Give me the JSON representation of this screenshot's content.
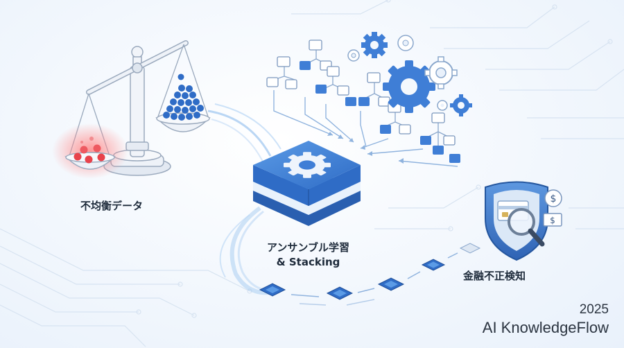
{
  "labels": {
    "imbalanced_data": "不均衡データ",
    "ensemble_line1": "アンサンブル学習",
    "ensemble_line2": "& Stacking",
    "financial_fraud": "金融不正検知"
  },
  "footer": {
    "year": "2025",
    "brand": "AI KnowledgeFlow"
  },
  "colors": {
    "primary_blue": "#3f7ed6",
    "dark_blue": "#2a5fb0",
    "light_blue": "#cfe2f7",
    "alert_red": "#e8424b",
    "text": "#1d2a3a"
  },
  "icons": [
    "balance-scale-icon",
    "gear-icon",
    "decision-tree-icon",
    "ensemble-block-icon",
    "chip-icon",
    "shield-icon",
    "magnifier-icon",
    "credit-card-icon",
    "coin-icon",
    "banknote-icon"
  ]
}
